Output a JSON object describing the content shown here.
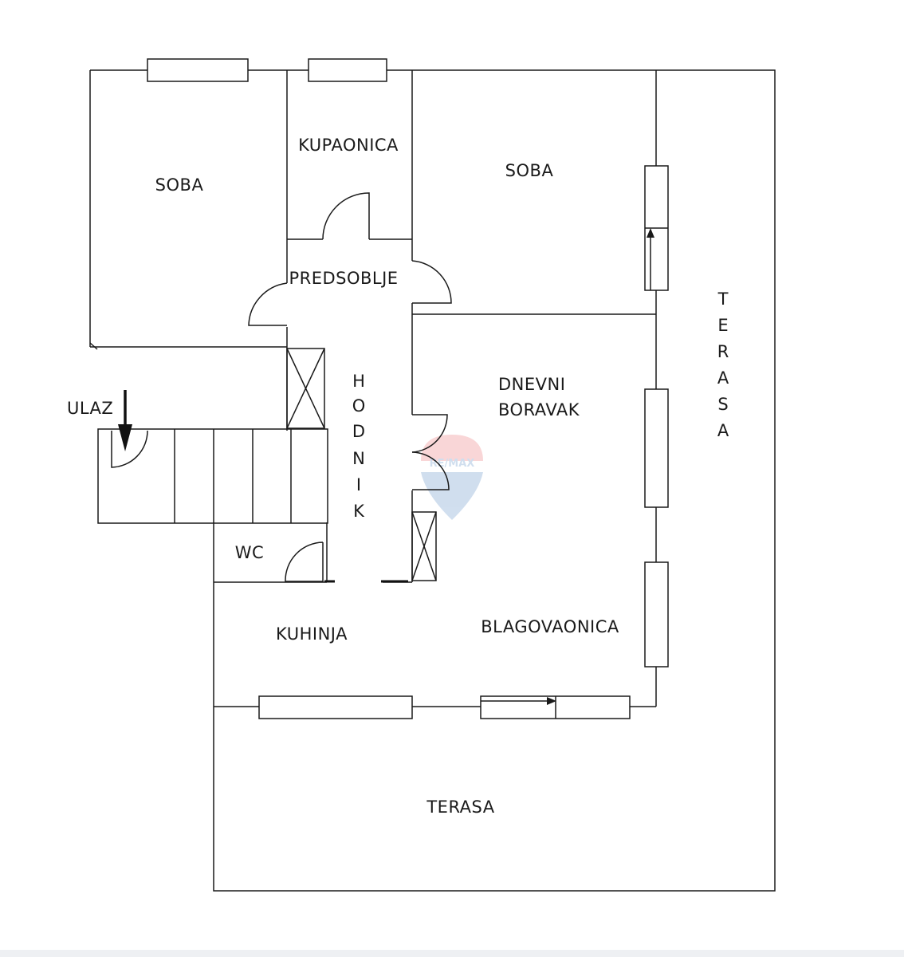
{
  "labels": {
    "soba_left": "SOBA",
    "kupaonica": "KUPAONICA",
    "soba_right": "SOBA",
    "predsoblje": "PREDSOBLJE",
    "hodnik": [
      "H",
      "O",
      "D",
      "N",
      "I",
      "K"
    ],
    "dnevni_line1": "DNEVNI",
    "dnevni_line2": "BORAVAK",
    "ulaz": "ULAZ",
    "wc": "WC",
    "kuhinja": "KUHINJA",
    "blagovaonica": "BLAGOVAONICA",
    "terasa_side": [
      "T",
      "E",
      "R",
      "A",
      "S",
      "A"
    ],
    "terasa_bottom": "TERASA"
  },
  "watermark": {
    "text": "RE/MAX",
    "color_top": "#e5474c",
    "color_bottom": "#2d6fb5"
  }
}
